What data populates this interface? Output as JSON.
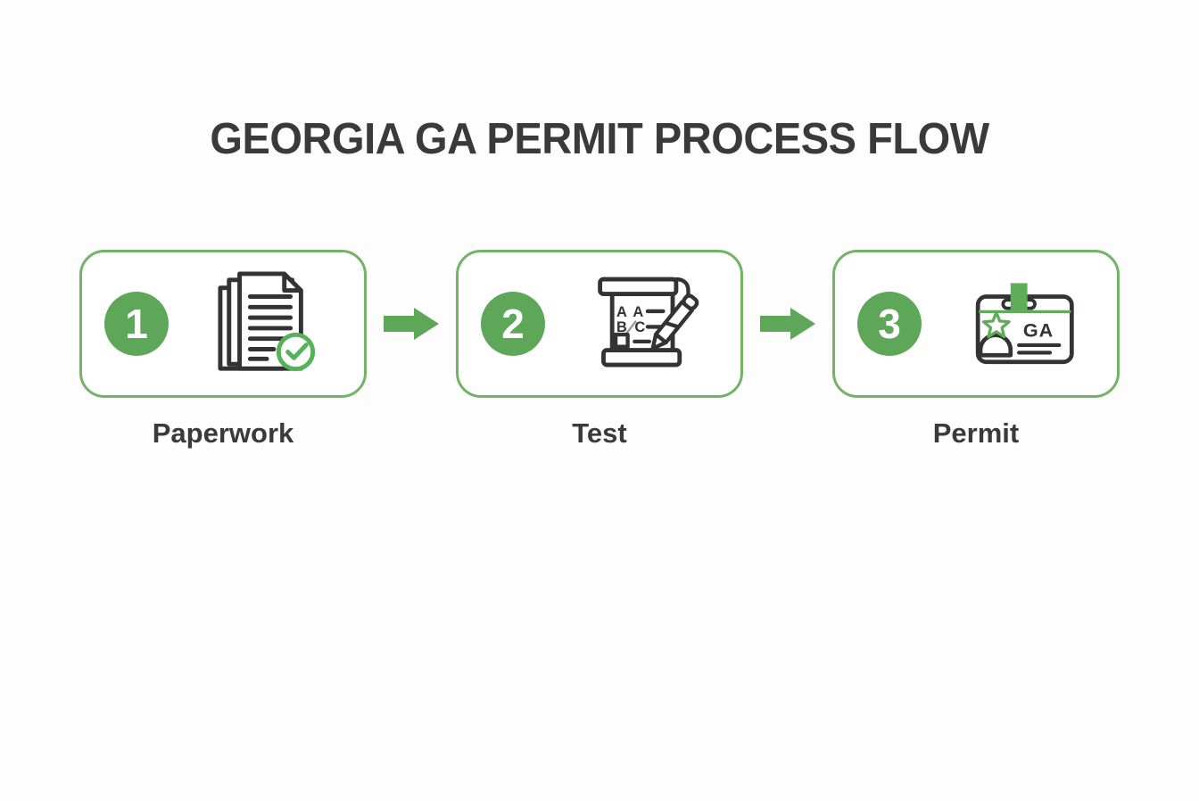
{
  "title": "GEORGIA GA PERMIT PROCESS FLOW",
  "steps": [
    {
      "number": "1",
      "label": "Paperwork",
      "icon": "paperwork-documents-check-icon"
    },
    {
      "number": "2",
      "label": "Test",
      "icon": "test-sheet-pencil-icon",
      "icon_text": {
        "row1_left": "A",
        "row1_right": "A",
        "row2_left": "B",
        "row2_right": "C"
      }
    },
    {
      "number": "3",
      "label": "Permit",
      "icon": "permit-id-badge-icon",
      "badge_text": "GA"
    }
  ],
  "connectors": [
    {
      "type": "arrow-right"
    },
    {
      "type": "arrow-right"
    }
  ],
  "colors": {
    "background": "#fdfdfd",
    "card_border": "#72b365",
    "step_circle_fill": "#5ea758",
    "arrow_fill": "#5ea758",
    "accent_green": "#56b259",
    "badge_green": "#5fad58",
    "text_dark": "#3a3a3a",
    "icon_stroke": "#333333"
  }
}
